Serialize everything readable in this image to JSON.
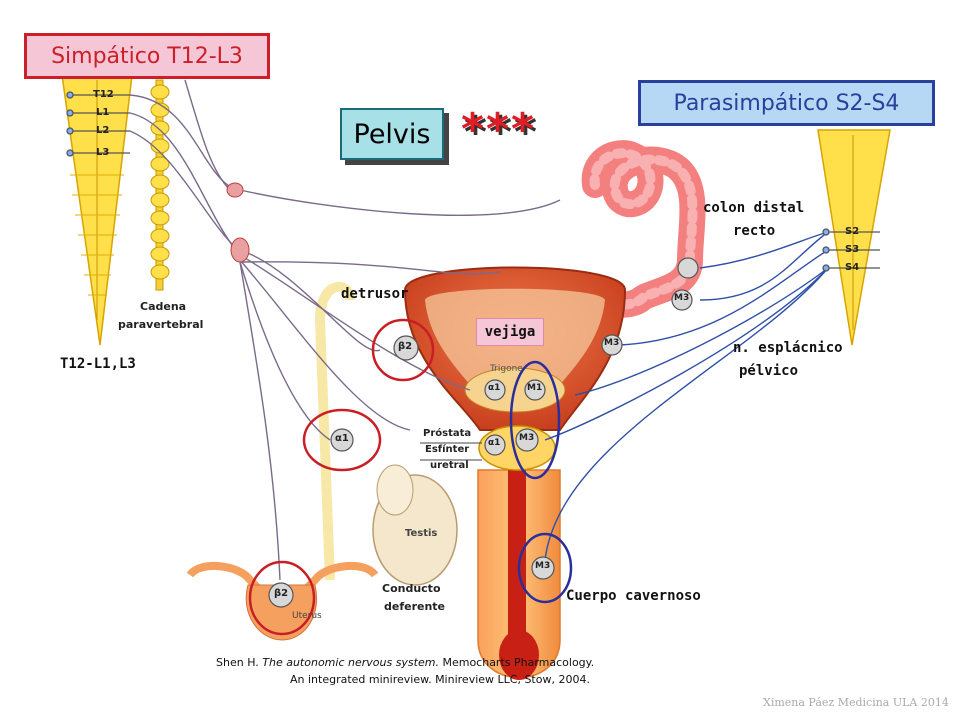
{
  "titles": {
    "sympathetic": "Simpático T12-L3",
    "parasympathetic": "Parasimpático S2-S4",
    "region": "Pelvis",
    "stars": "***"
  },
  "labels": {
    "colon": "colon distal",
    "rectum": "recto",
    "detrusor": "detrusor",
    "bladder": "vejiga",
    "splanchnic1": "n. esplácnico",
    "splanchnic2": "pélvico",
    "cadena1": "Cadena",
    "cadena2": "paravertebral",
    "t12": "T12-L1,L3",
    "prostata": "Próstata",
    "esfinter": "Esfínter",
    "uretral": "uretral",
    "conducto": "Conducto",
    "deferente": "deferente",
    "cavernoso": "Cuerpo cavernoso",
    "trigone": "Trigone",
    "testis": "Testis",
    "uterus": "Uterus"
  },
  "spine_left": [
    "T12",
    "L1",
    "L2",
    "L3"
  ],
  "spine_right": [
    "S2",
    "S3",
    "S4"
  ],
  "receptors": {
    "beta2": "β2",
    "alpha1": "α1",
    "m3": "M3",
    "m1": "M1"
  },
  "citation": {
    "line1_prefix": "Shen H. ",
    "line1_italic": "The autonomic nervous system.",
    "line1_suffix": " Memocharts Pharmacology.",
    "line2": "An integrated minireview. Minireview LLC, Stow, 2004."
  },
  "watermark": "Ximena Páez Medicina ULA 2014",
  "colors": {
    "sympathetic_bg": "#f5c6d6",
    "sympathetic_border": "#cc1f2a",
    "parasympathetic_bg": "#b7d8f5",
    "parasympathetic_border": "#2b3f9c",
    "pelvis_bg": "#a7e0e6",
    "stars": "#e01d24",
    "spine": "#ffe04a",
    "bladder": "#e8532a",
    "colon": "#f47f7f",
    "circle_red": "#c81e24",
    "circle_blue": "#2a2f9a"
  }
}
